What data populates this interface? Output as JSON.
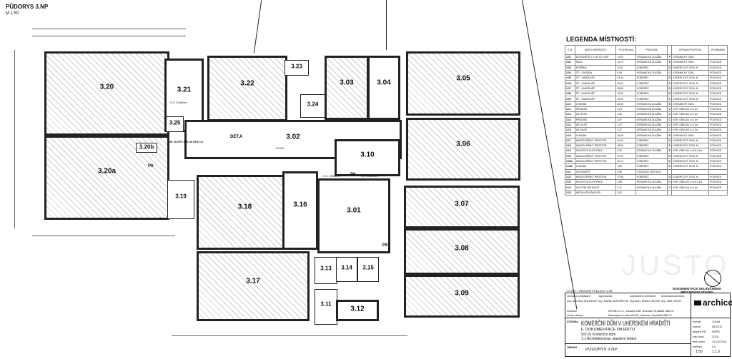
{
  "header": {
    "title": "PŮDORYS 3.NP",
    "scale": "M 1:50"
  },
  "plan": {
    "rooms": [
      "3.20",
      "3.20a",
      "3.20b",
      "3.21",
      "3.25",
      "3.22",
      "3.23",
      "3.24",
      "3.03",
      "3.04",
      "3.05",
      "3.02",
      "3.10",
      "3.06",
      "3.19",
      "3.18",
      "3.16",
      "3.01",
      "3.07",
      "3.08",
      "3.09",
      "3.17",
      "3.13",
      "3.14",
      "3.15",
      "3.11",
      "3.12"
    ],
    "notes": {
      "det": "DET.A",
      "p6a": "P6",
      "p6b": "P6",
      "p6c": "P6",
      "ew": "EW 15 DP1   EW 30 DP3-C2",
      "sv1": "S.V. 2520mm",
      "sv2": "S.V. 2900mm",
      "sv3": "S.V. 2510mm",
      "sv4": "S.V. 4250mm",
      "hall_h": "+8.200"
    }
  },
  "legend": {
    "title": "LEGENDA MÍSTNOSTÍ:",
    "headers": [
      "Č.M.",
      "NÁZEV MÍSTNOSTI",
      "PLOCHA [m²]",
      "PODLAHA",
      "",
      "ÚPRAVA POVRCHU",
      "POZNÁMKA"
    ],
    "rows": [
      [
        "3.01",
        "SCHODIŠTĚ Z 2.NP DO 4.NP",
        "13,03",
        "KERAMICKÁ DLAŽBA",
        "F",
        "KERAMICKÝ SOKL",
        ""
      ],
      [
        "3.02",
        "HALA",
        "43,73",
        "KERAMICKÁ DLAŽBA",
        "E",
        "KERAMICKÝ SOKL",
        "PODHLED"
      ],
      [
        "3.03",
        "KOPÍRKA",
        "11,81",
        "KOBEREC",
        "D",
        "KOBERCOVÝ SOKL M",
        "PODHLED"
      ],
      [
        "3.04",
        "ČP - CHODBA",
        "8,49",
        "KERAMICKÁ DLAŽBA",
        "C",
        "KERAMICKÝ SOKL",
        "PODHLED"
      ],
      [
        "3.05",
        "ČP - KANCELÁŘ",
        "23,44",
        "KOBEREC",
        "D",
        "KOBERCOVÝ SOKL M",
        "PODHLED"
      ],
      [
        "3.06",
        "ČP - KANCELÁŘ",
        "29,62",
        "KOBEREC",
        "D",
        "KOBERCOVÝ SOKL M",
        "PODHLED"
      ],
      [
        "3.07",
        "ČP - KANCELÁŘ",
        "18,68",
        "KOBEREC",
        "D",
        "KOBERCOVÝ SOKL M",
        "PODHLED"
      ],
      [
        "3.08",
        "ČP - KANCELÁŘ",
        "19,34",
        "KOBEREC",
        "D",
        "KOBERCOVÝ SOKL M",
        "PODHLED"
      ],
      [
        "3.09",
        "ČP - KANCELÁŘ",
        "19,51",
        "KOBEREC",
        "D",
        "KOBERCOVÝ SOKL M",
        "PODHLED"
      ],
      [
        "3.10",
        "CHODBA",
        "28,40",
        "KERAMICKÁ DLAŽBA",
        "E",
        "KERAMICKÝ SOKL",
        "PODHLED"
      ],
      [
        "3.11",
        "PŘEDSÍŇ",
        "4,23",
        "KERAMICKÁ DLAŽBA",
        "C",
        "KER. OBKLAD v=2,1m",
        "PODHLED"
      ],
      [
        "3.12",
        "WC ŽENY",
        "3,05",
        "KERAMICKÁ DLAŽBA",
        "C",
        "KER. OBKLAD v=2,1m",
        "PODHLED"
      ],
      [
        "3.13",
        "PŘEDSÍŇ",
        "3,57",
        "KERAMICKÁ DLAŽBA",
        "C",
        "KER. OBKLAD v=2,1m",
        "PODHLED"
      ],
      [
        "3.14",
        "WC MUŽI",
        "1,47",
        "KERAMICKÁ DLAŽBA",
        "C",
        "KER. OBKLAD v=2,1m",
        "PODHLED"
      ],
      [
        "3.15",
        "WC MUŽI",
        "1,47",
        "KERAMICKÁ DLAŽBA",
        "C",
        "KER. OBKLAD v=2,1m",
        "PODHLED"
      ],
      [
        "3.16",
        "CHODBA",
        "16,30",
        "KERAMICKÁ DLAŽBA",
        "E",
        "KERAMICKÝ SOKL",
        "PODHLED"
      ],
      [
        "3.17",
        "KANCELÁŘSKÝ PROSTOR",
        "11,60",
        "KOBEREC",
        "D",
        "KOBERCOVÝ SOKL M",
        "PODHLED"
      ],
      [
        "3.18",
        "KANCELÁŘSKÝ PROSTOR",
        "18,50",
        "KOBEREC",
        "D",
        "KOBERCOVÝ SOKL M",
        "PODHLED"
      ],
      [
        "3.19",
        "ÚKLIDOVÁ KUCHYŇKA",
        "5,09",
        "KERAMICKÁ DLAŽBA",
        "E",
        "KER. OBKLAD v=0,8-1,4m",
        "PODHLED"
      ],
      [
        "3.20",
        "KANCELÁŘSKÝ PROSTOR",
        "37,00",
        "KOBEREC",
        "D",
        "KOBERCOVÝ SOKL M",
        "PODHLED"
      ],
      [
        "3.20a",
        "KANCELÁŘSKÝ PROSTOR",
        "32,13",
        "KOBEREC",
        "D",
        "KOBERCOVÝ SOKL M",
        "PODHLED"
      ],
      [
        "3.20b",
        "CHODBA",
        "3,86",
        "KOBEREC",
        "D",
        "KOBERCOVÝ SOKL M",
        "PODHLED"
      ],
      [
        "3.21",
        "SCHODIŠTĚ",
        "9,55",
        "STÁVAJÍCÍ ZŮSTÁVÁ",
        "",
        "",
        ""
      ],
      [
        "3.22",
        "KANCELÁŘSKÝ PROSTOR",
        "17,88",
        "KOBEREC",
        "D",
        "KOBERCOVÝ SOKL M",
        "PODHLED"
      ],
      [
        "3.23",
        "ÚKLIDOVÁ KUCHYŇKA",
        "4,88",
        "KERAMICKÁ DLAŽBA",
        "C",
        "KER. OBKLAD v=0,8-1,4m",
        "PODHLED"
      ],
      [
        "3.24",
        "ZÁLOŽNÍ MÍSTNOST",
        "2,11",
        "KERAMICKÁ DLAŽBA",
        "C",
        "KER. OBKLAD v=2,1m",
        "PODHLED"
      ],
      [
        "3.25",
        "INSTALAČNÍ ŠACHTA",
        "1,62",
        "",
        "",
        "",
        ""
      ]
    ]
  },
  "stamp": {
    "line1": "DOKUMENTACE SKUTEČNÉHO",
    "line2": "PROVEDENÍ STAVBY",
    "watermark": "JUSTO"
  },
  "titleblock": {
    "level": "± 0,000 = ÚROVEŇ PODLAHY 1.NP",
    "roles": [
      "vedoucí projektant",
      "vypracoval",
      "odpovědný architekt",
      "technická kontrola"
    ],
    "names": [
      "Ing. MICHAL ZNOJEMSKÝ",
      "Ing. DANA JAROŠOVÁ",
      "Ing.arch. PAVEL ZELINKA",
      "Ing. JAN VÍTEK"
    ],
    "investor_label": "investor",
    "investor": "ZEPAK s.r.o., Dlouhá 236, Uherské Hradiště 686 01",
    "site_label": "místo stavby",
    "site": "Masarykovo náměstí 56, Uherské Hradiště 686 01",
    "logo": "archico",
    "stavba_label": "STAVBA",
    "project": "KOMERČNÍ DŮM V UHERSKÉM HRADIŠTI",
    "part": "F.   DOKUMENTACE OBJEKTŮ",
    "so": "SO-01 Komerční dům",
    "sub": "1.1  Architektonicko stavební řešení",
    "obsah_label": "OBSAH",
    "content": "PŮDORYS 3.NP",
    "meta": [
      [
        "formát",
        "10xA4"
      ],
      [
        "datum",
        "08/2013"
      ],
      [
        "stupeň PD",
        "DSPS"
      ],
      [
        "zak.číslo",
        "2216"
      ],
      [
        "arch.číslo",
        "12-13/2216"
      ]
    ],
    "scale_label": "měřítko",
    "scale": "1:50",
    "no_label": "č.v.",
    "no": "1.1.5"
  }
}
